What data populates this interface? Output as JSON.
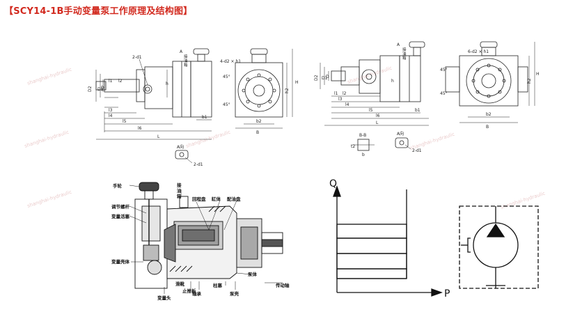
{
  "title": "【SCY14-1B手动变量泵工作原理及结构图】",
  "watermark": "shanghai-hydraulic",
  "view1": {
    "labels": [
      "A",
      "接",
      "油",
      "箱",
      "2-d1",
      "l1",
      "l2",
      "D2",
      "D1",
      "D",
      "l3",
      "l4",
      "l5",
      "l6",
      "b1",
      "L",
      "h",
      "A向",
      "2-d1"
    ],
    "end": [
      "4-d2 × h1",
      "45°",
      "45°",
      "b2",
      "B",
      "h2",
      "H"
    ]
  },
  "view2": {
    "labels": [
      "A",
      "接",
      "油",
      "箱",
      "D2",
      "D1",
      "D",
      "l1",
      "l2",
      "l3",
      "l4",
      "l5",
      "l6",
      "b1",
      "L",
      "h",
      "B-B",
      "A向",
      "2-d1",
      "t2",
      "b"
    ],
    "end": [
      "6-d2 × h1",
      "45°",
      "45°",
      "b2",
      "B",
      "h2",
      "H"
    ]
  },
  "section": {
    "labels": [
      "手轮",
      "调节螺杆",
      "变量活塞",
      "变量壳体",
      "接",
      "油",
      "箱",
      "回程盘",
      "缸体",
      "配油盘",
      "滑靴",
      "止推板",
      "柱塞",
      "泵体",
      "变量头",
      "轴承",
      "泵壳",
      "传动轴"
    ]
  },
  "graph": {
    "y_axis": "Q",
    "x_axis": "P"
  }
}
